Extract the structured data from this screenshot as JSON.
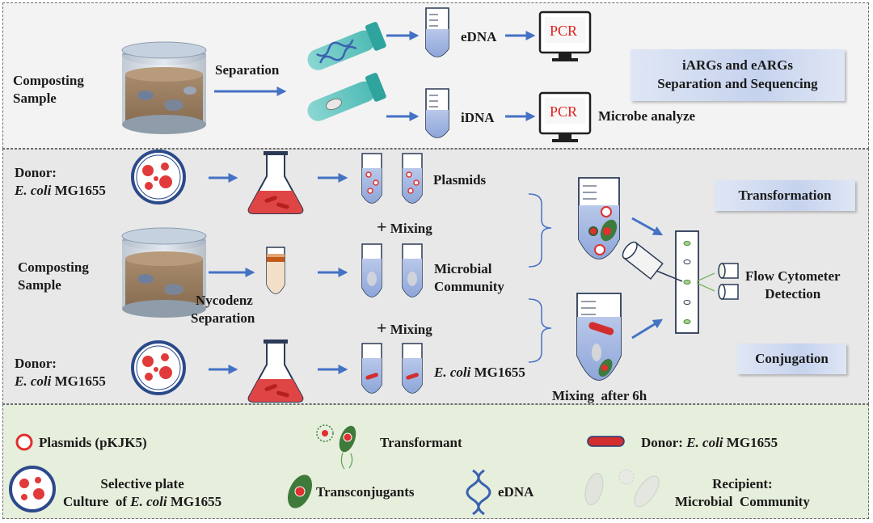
{
  "colors": {
    "arrow": "#4472c4",
    "red": "#e03030",
    "blue": "#2b5aa8",
    "panel1": "#f4f4f4",
    "panel2": "#e9e9e9",
    "panel3": "#e7eedd"
  },
  "top": {
    "sample_line1": "Composting",
    "sample_line2": "Sample",
    "separation": "Separation",
    "edna": "eDNA",
    "idna": "iDNA",
    "pcr": "PCR",
    "microbe": "Microbe analyze",
    "box_line1": "iARGs and eARGs",
    "box_line2": "Separation and Sequencing"
  },
  "middle": {
    "donor": "Donor:",
    "ecoli_italic": "E. coli",
    "ecoli_strain": " MG1655",
    "plasmids": "Plasmids",
    "mixing": "Mixing",
    "plus": "+",
    "sample_line1": "Composting",
    "sample_line2": "Sample",
    "nyco_line1": "Nycodenz",
    "nyco_line2": "Separation",
    "microbial_line1": "Microbial",
    "microbial_line2": "Community",
    "transformation": "Transformation",
    "conjugation": "Conjugation",
    "flow_line1": "Flow Cytometer",
    "flow_line2": "Detection",
    "mixing_after": "Mixing  after 6h"
  },
  "legend": {
    "plasmids": "Plasmids (pKJK5)",
    "transformant": "Transformant",
    "donor_prefix": "Donor: ",
    "donor_italic": "E. coli",
    "donor_suffix": " MG1655",
    "plate_line1": "Selective plate",
    "plate_line2_prefix": "Culture  of ",
    "plate_line2_italic": "E. coli",
    "plate_line2_suffix": " MG1655",
    "transconjugants": "Transconjugants",
    "edna": "eDNA",
    "recipient_line1": "Recipient:",
    "recipient_line2": "Microbial  Community"
  }
}
